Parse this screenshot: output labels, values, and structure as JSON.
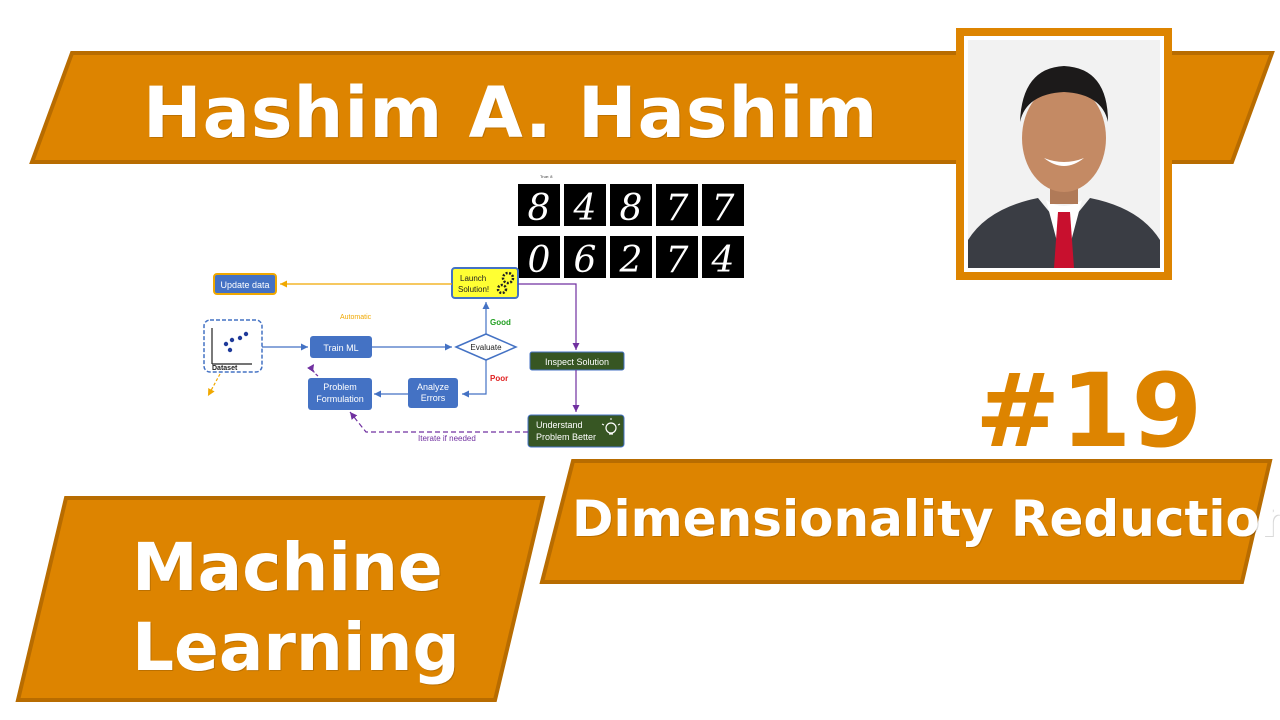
{
  "author": {
    "name": "Hashim A. Hashim"
  },
  "episode": {
    "number": "#19"
  },
  "topic": {
    "title": "Dimensionality Reduction"
  },
  "course": {
    "line1": "Machine",
    "line2": "Learning"
  },
  "colors": {
    "banner": "#dd8400",
    "banner_edge": "#b86c00",
    "node_blue": "#4472c4",
    "node_green": "#375623",
    "node_yellow": "#ffff33"
  },
  "diagram": {
    "update_data": "Update data",
    "launch_line1": "Launch",
    "launch_line2": "Solution!",
    "automatic": "Automatic",
    "good": "Good",
    "poor": "Poor",
    "train_ml": "Train ML",
    "evaluate": "Evaluate",
    "inspect_solution": "Inspect Solution",
    "problem_line1": "Problem",
    "problem_line2": "Formulation",
    "analyze_line1": "Analyze",
    "analyze_line2": "Errors",
    "understand_line1": "Understand",
    "understand_line2": "Problem Better",
    "iterate": "Iterate if needed",
    "dataset": "Dataset",
    "digits": [
      "8",
      "4",
      "8",
      "7",
      "7",
      "0",
      "6",
      "2",
      "7",
      "4"
    ]
  }
}
